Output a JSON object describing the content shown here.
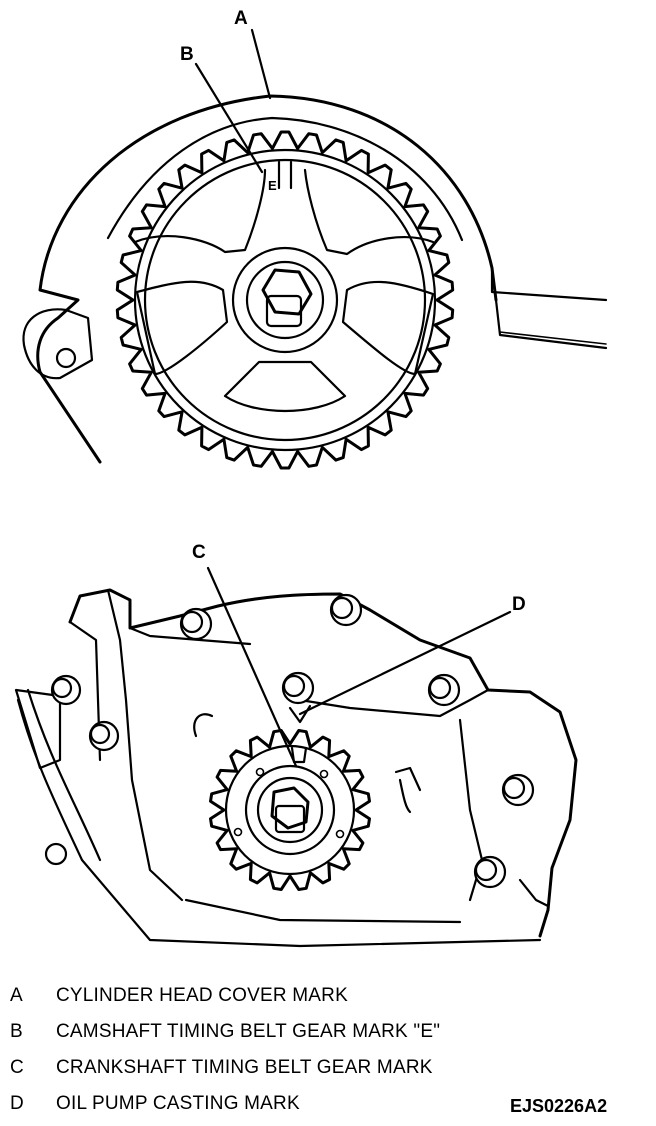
{
  "callouts": {
    "a": "A",
    "b": "B",
    "c": "C",
    "d": "D"
  },
  "gear_mark": "E",
  "legend": [
    {
      "key": "A",
      "text": "CYLINDER HEAD COVER MARK"
    },
    {
      "key": "B",
      "text": "CAMSHAFT TIMING BELT GEAR MARK \"E\""
    },
    {
      "key": "C",
      "text": "CRANKSHAFT TIMING BELT GEAR MARK"
    },
    {
      "key": "D",
      "text": "OIL PUMP CASTING MARK"
    }
  ],
  "figure_id": "EJS0226A2"
}
